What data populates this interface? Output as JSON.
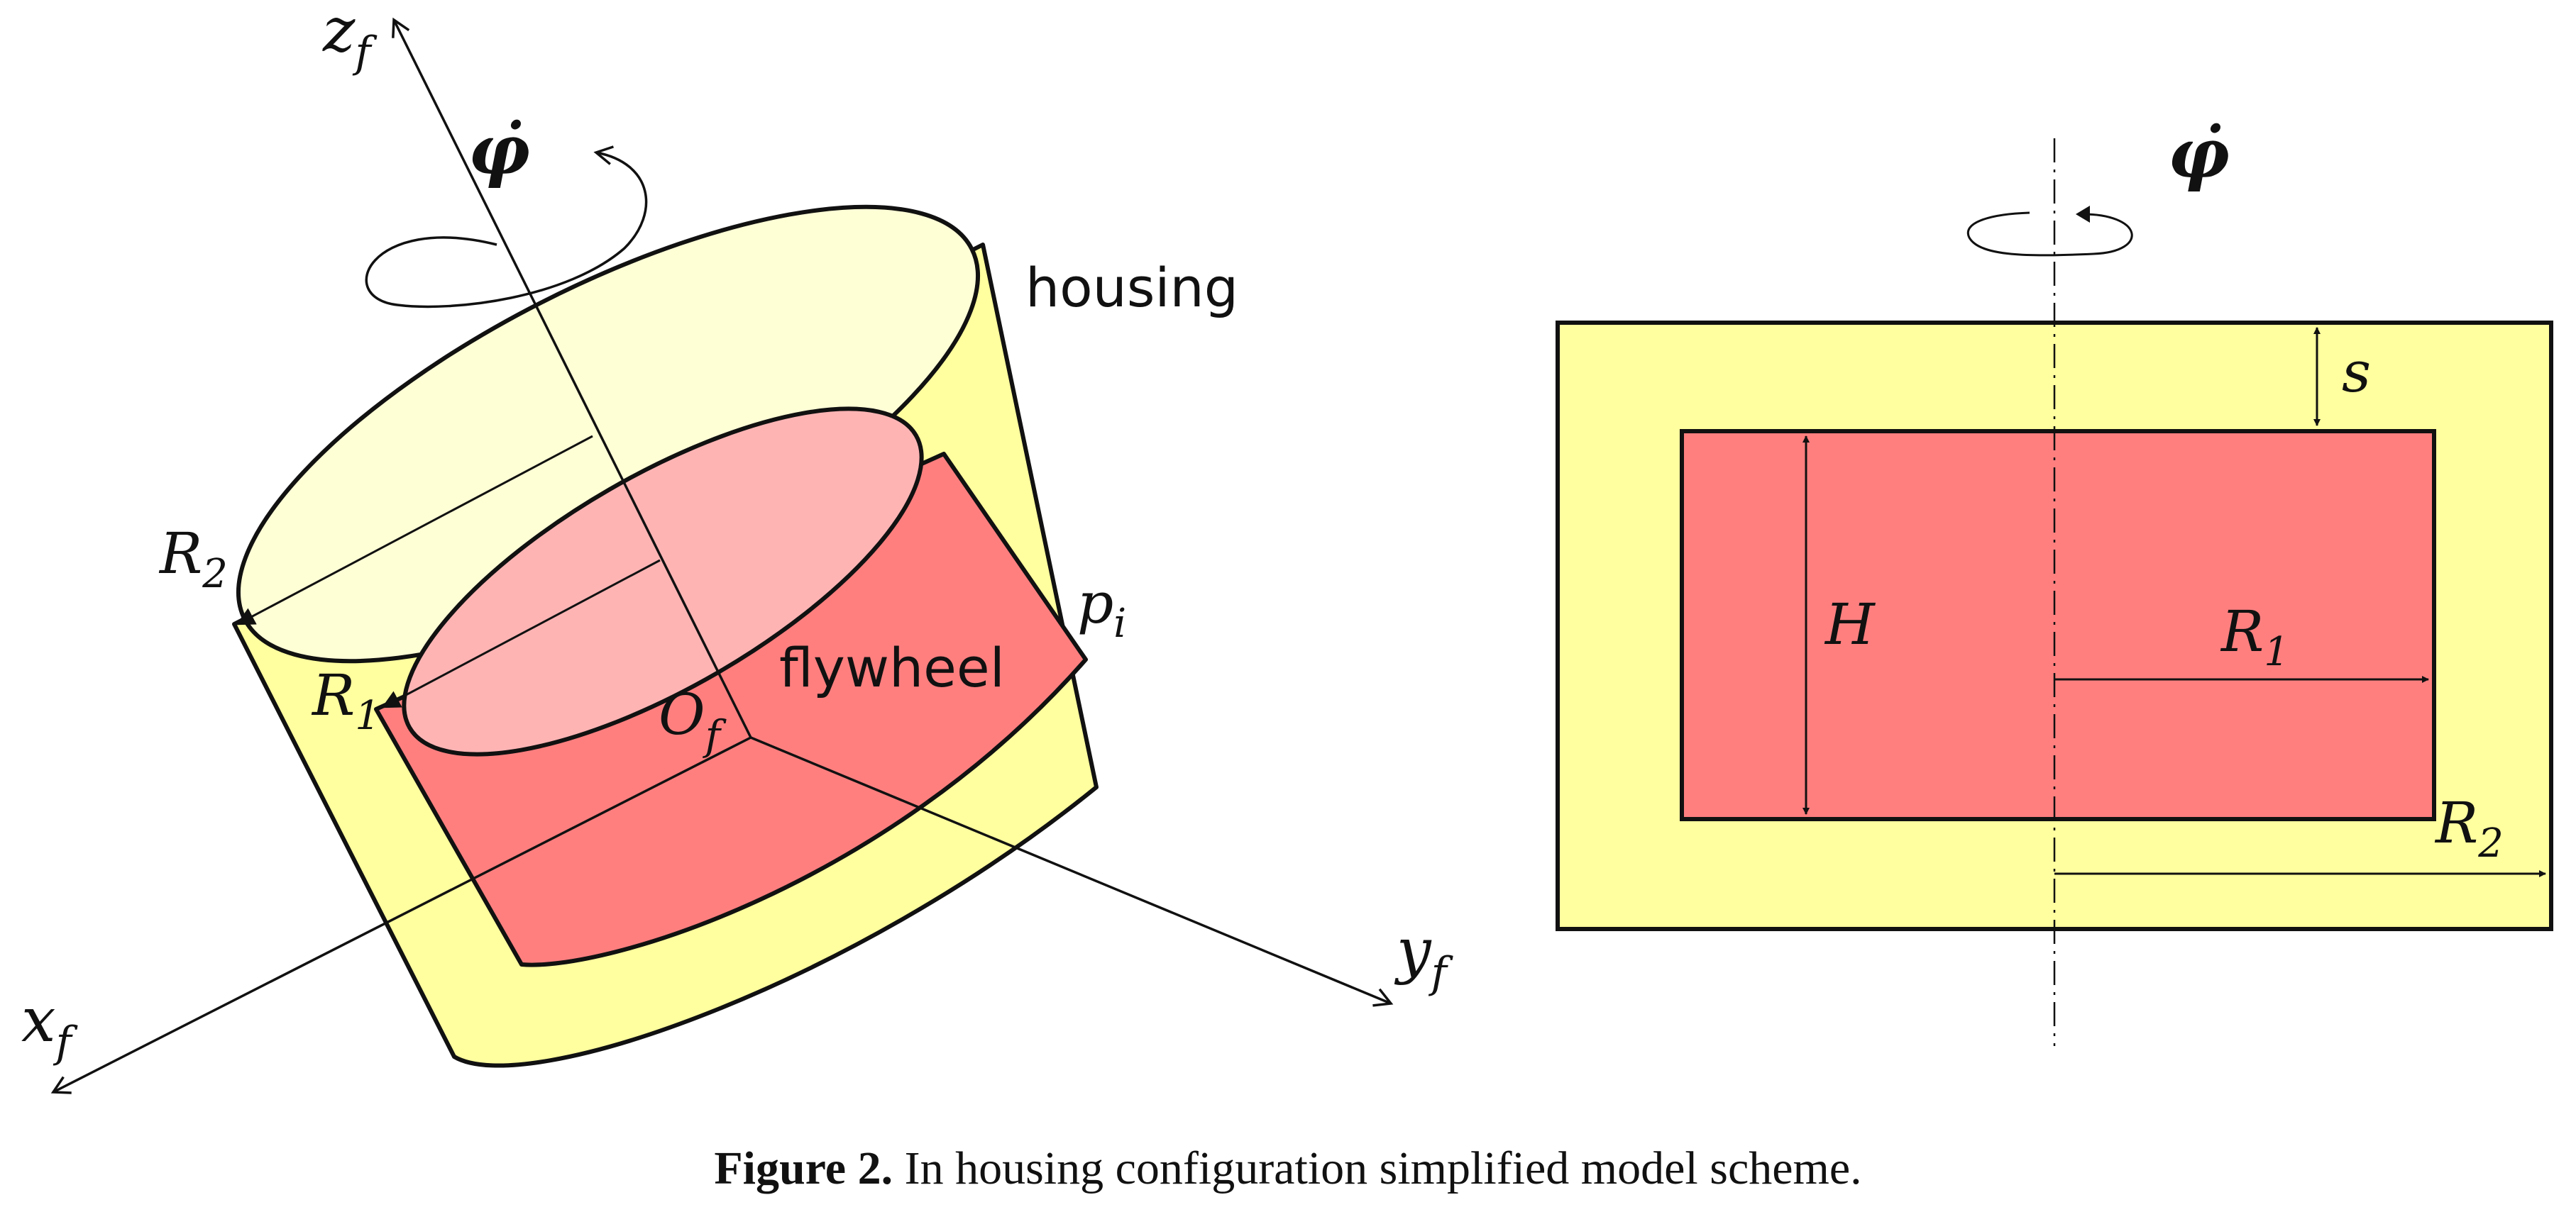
{
  "left_view": {
    "axis_z": "z",
    "axis_z_sub": "f",
    "axis_x": "x",
    "axis_x_sub": "f",
    "axis_y": "y",
    "axis_y_sub": "f",
    "origin": "O",
    "origin_sub": "f",
    "rotation": "φ̇",
    "housing": "housing",
    "flywheel": "flywheel",
    "pressure": "p",
    "pressure_sub": "i",
    "r2": "R",
    "r2_sub": "2",
    "r1": "R",
    "r1_sub": "1"
  },
  "right_view": {
    "rotation": "φ̇",
    "gap": "s",
    "height": "H",
    "r1": "R",
    "r1_sub": "1",
    "r2": "R",
    "r2_sub": "2"
  },
  "caption": {
    "label": "Figure 2.",
    "text": "In housing configuration simplified model scheme."
  },
  "colors": {
    "housing_fill": "#FFFF9F",
    "flywheel_fill": "#FF7F7F",
    "flywheel_top": "#FFB4B4",
    "housing_top": "#FFFFD6"
  }
}
